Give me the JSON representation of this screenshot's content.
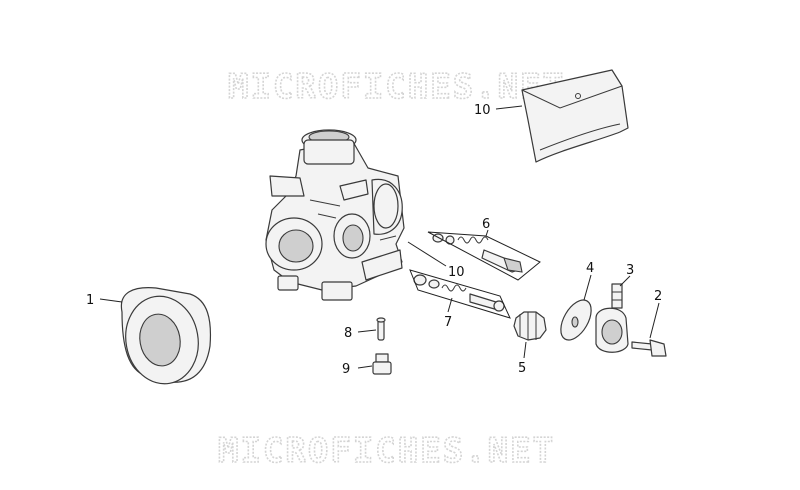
{
  "watermarks": [
    "MICROFICHES.NET",
    "MICROFICHES.NET"
  ],
  "callouts": {
    "c1": "1",
    "c2": "2",
    "c3": "3",
    "c4": "4",
    "c5": "5",
    "c6": "6",
    "c7": "7",
    "c8": "8",
    "c9": "9",
    "c10a": "10",
    "c10b": "10"
  },
  "colors": {
    "line": "#3a3a3a",
    "fill": "#f3f3f3",
    "watermark": "#d4d4d4"
  }
}
